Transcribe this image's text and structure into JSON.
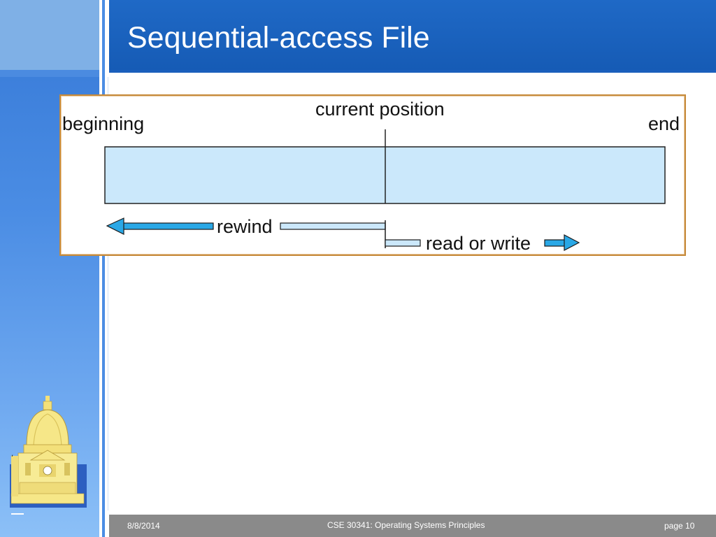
{
  "slide": {
    "title": "Sequential-access File"
  },
  "diagram": {
    "beginning_label": "beginning",
    "current_position_label": "current position",
    "end_label": "end",
    "rewind_label": "rewind",
    "read_write_label": "read or write"
  },
  "footer": {
    "date": "8/8/2014",
    "course": "CSE 30341: Operating Systems Principles",
    "page": "page 10"
  },
  "colors": {
    "title_bar": "#165bb5",
    "file_fill": "#cbe8fb",
    "arrow": "#2aa8e6",
    "frame": "#c68a3a",
    "footer": "#8a8a8a"
  }
}
